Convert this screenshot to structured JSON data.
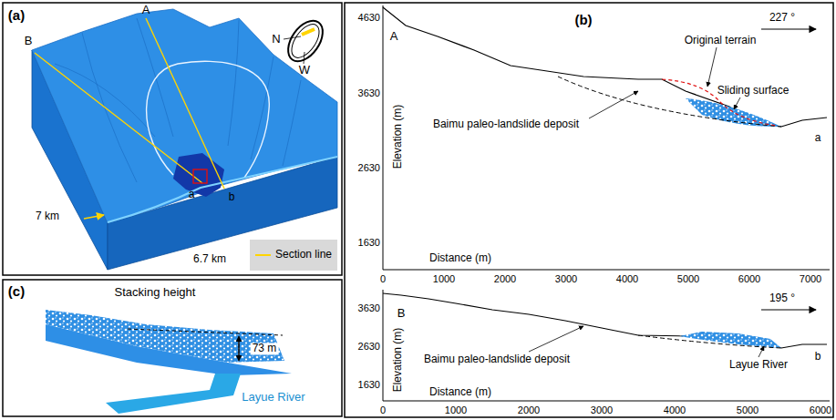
{
  "diagram": {
    "labels": [
      "(a)",
      "A",
      "B",
      "N",
      "W",
      "7 km",
      "6.7 km",
      "a",
      "b",
      "(b)",
      "A",
      "4630",
      "3630",
      "2630",
      "1630",
      "Elevation (m)",
      "227 °",
      "Original terrain",
      "Baimu paleo-landslide deposit",
      "Sliding surface",
      "0",
      "1000",
      "2000",
      "3000",
      "4000",
      "5000",
      "6000",
      "7000",
      "Distance (m)",
      "a",
      "B",
      "3630",
      "2630",
      "1630",
      "Elevation (m)",
      "195 °",
      "Baimu paleo-landslide deposit",
      "Layue River",
      "0",
      "1000",
      "2000",
      "3000",
      "4000",
      "5000",
      "6000",
      "Distance (m)",
      "b",
      "(c)",
      "Stacking height",
      "73 m",
      "Layue River"
    ],
    "legend": [
      {
        "text": "Section line"
      }
    ]
  }
}
